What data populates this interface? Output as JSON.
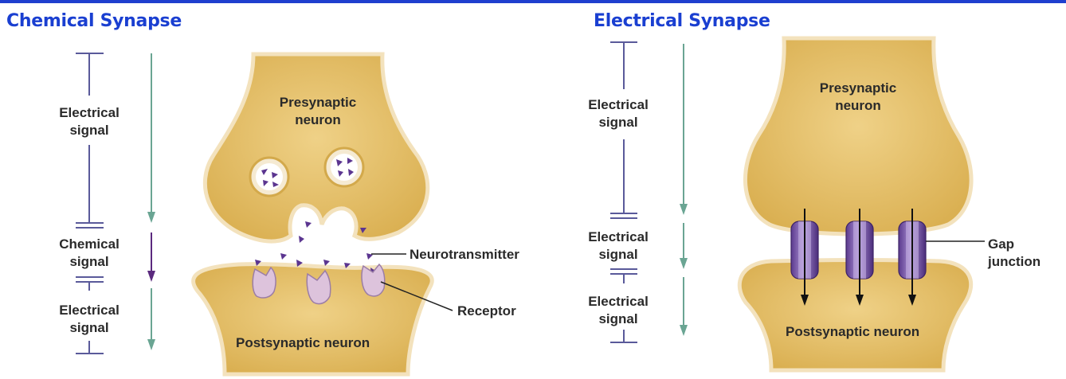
{
  "chemical": {
    "heading": "Chemical Synapse",
    "signal_labels": [
      {
        "line1": "Electrical",
        "line2": "signal"
      },
      {
        "line1": "Chemical",
        "line2": "signal"
      },
      {
        "line1": "Electrical",
        "line2": "signal"
      }
    ],
    "presynaptic": {
      "line1": "Presynaptic",
      "line2": "neuron"
    },
    "postsynaptic": "Postsynaptic neuron",
    "neurotransmitter": "Neurotransmitter",
    "receptor": "Receptor"
  },
  "electrical": {
    "heading": "Electrical Synapse",
    "signal_labels": [
      {
        "line1": "Electrical",
        "line2": "signal"
      },
      {
        "line1": "Electrical",
        "line2": "signal"
      },
      {
        "line1": "Electrical",
        "line2": "signal"
      }
    ],
    "presynaptic": {
      "line1": "Presynaptic",
      "line2": "neuron"
    },
    "postsynaptic": "Postsynaptic neuron",
    "gap_junction": {
      "line1": "Gap",
      "line2": "junction"
    }
  },
  "colors": {
    "heading": "#1a3fd1",
    "neuron_fill": "#e7c470",
    "neuron_edge": "#f3e2bd",
    "signal_line": "#5a5a9a",
    "green_arrow": "#6aa593",
    "purple_arrow": "#5b2a7e",
    "neurotransmitter": "#5b3590",
    "receptor": "#ddc3dc",
    "gap_channel": "#7a56a8"
  }
}
